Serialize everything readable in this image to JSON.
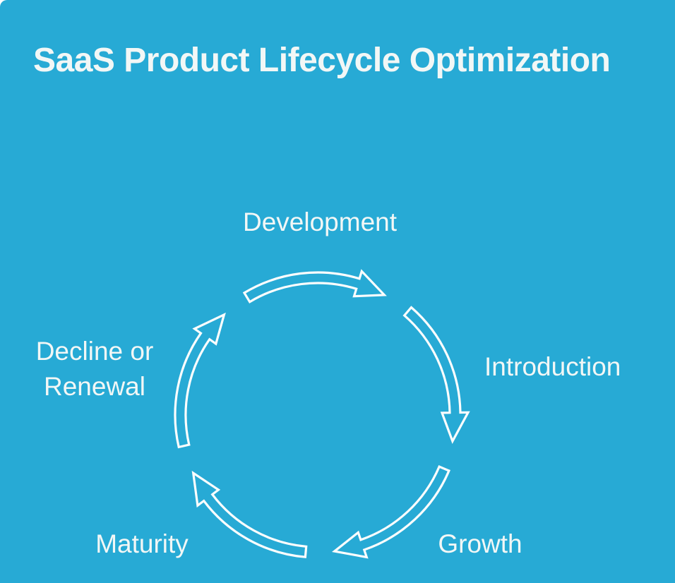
{
  "title": "SaaS Product Lifecycle Optimization",
  "colors": {
    "background": "#27AAD5",
    "text": "#F2F7F6",
    "arrow": "#FCFDFD"
  },
  "cycle": {
    "type": "cycle-diagram",
    "direction": "clockwise",
    "stages": [
      {
        "id": "development",
        "label": "Development",
        "position": "top"
      },
      {
        "id": "introduction",
        "label": "Introduction",
        "position": "right"
      },
      {
        "id": "growth",
        "label": "Growth",
        "position": "bottom-right"
      },
      {
        "id": "maturity",
        "label": "Maturity",
        "position": "bottom-left"
      },
      {
        "id": "decline-or-renewal",
        "label": "Decline or Renewal",
        "position": "left"
      }
    ]
  }
}
